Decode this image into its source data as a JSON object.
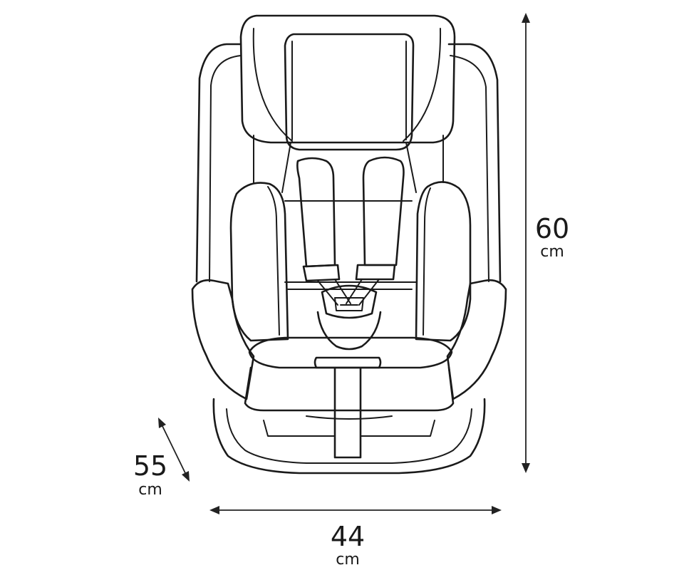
{
  "diagram": {
    "subject": "child-car-seat-line-drawing",
    "stroke_color": "#1a1a1a",
    "background": "#ffffff"
  },
  "dimensions": {
    "height": {
      "value": "60",
      "unit": "cm"
    },
    "depth": {
      "value": "55",
      "unit": "cm"
    },
    "width": {
      "value": "44",
      "unit": "cm"
    }
  }
}
